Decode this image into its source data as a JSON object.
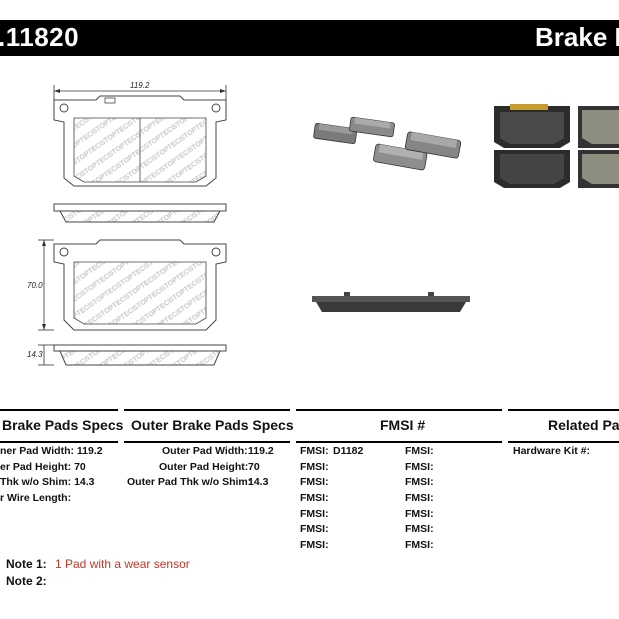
{
  "header": {
    "part_number": ".11820",
    "title": "Brake P"
  },
  "dimensions": {
    "width": "119.2",
    "height": "70.0",
    "thickness": "14.3"
  },
  "columns": {
    "inner_title": "Brake Pads Specs",
    "outer_title": "Outer Brake Pads Specs",
    "fmsi_title": "FMSI #",
    "related_title": "Related Par"
  },
  "inner_specs": [
    "ner Pad Width: 119.2",
    "er Pad Height: 70",
    "Thk w/o Shim: 14.3",
    "r Wire Length:"
  ],
  "outer_specs": {
    "width_label": "Outer Pad Width:",
    "width_value": "119.2",
    "height_label": "Outer Pad Height:",
    "height_value": "70",
    "thk_label": "Outer Pad Thk w/o Shim:",
    "thk_value": "14.3"
  },
  "fmsi": {
    "label": "FMSI:",
    "first_value": "D1182"
  },
  "related": {
    "hardware_label": "Hardware Kit #:"
  },
  "notes": {
    "note1_label": "Note 1:",
    "note1_text": "1 Pad with a wear sensor",
    "note2_label": "Note 2:"
  },
  "watermark": "STOPTECH",
  "colors": {
    "black": "#000000",
    "note_red": "#c0392b"
  }
}
